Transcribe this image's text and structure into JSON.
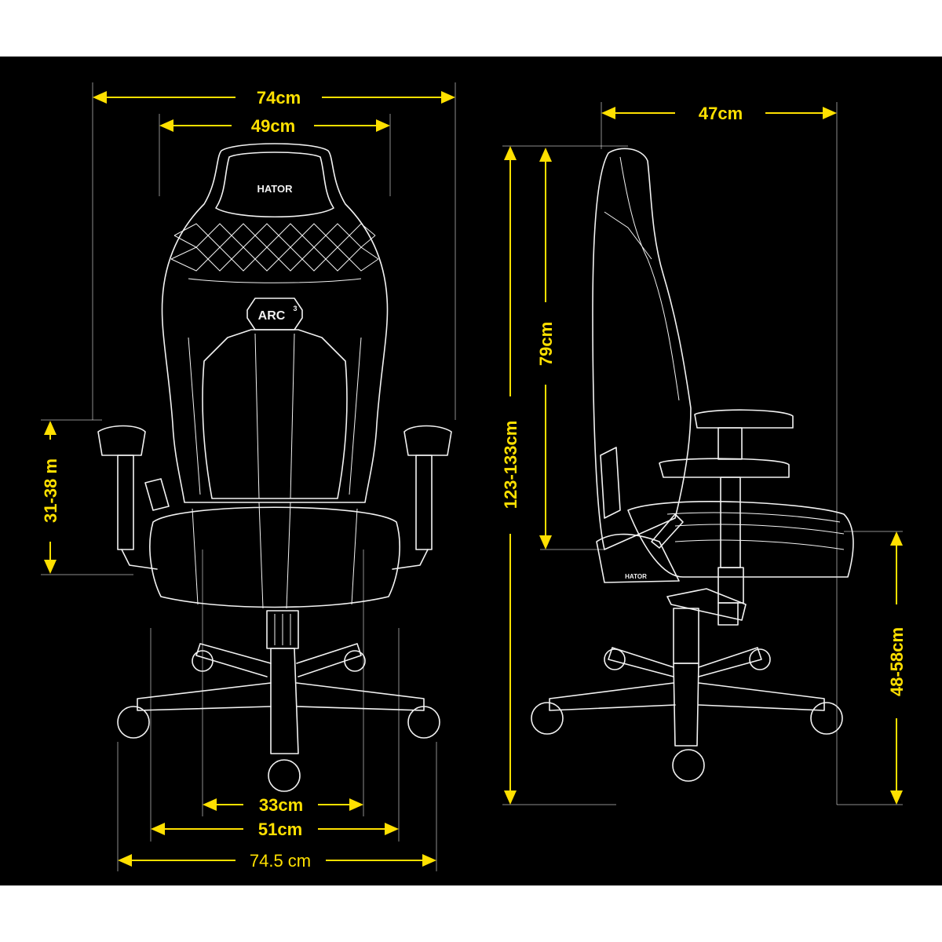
{
  "dimensions": {
    "front_total_width": "74cm",
    "backrest_width": "49cm",
    "armrest_height": "31-38 m",
    "seat_depth_front": "33cm",
    "seat_width": "51cm",
    "base_width": "74.5 cm",
    "side_depth": "47cm",
    "backrest_height": "79cm",
    "total_height": "123-133cm",
    "seat_height": "48-58cm"
  },
  "brand": {
    "front_logo": "HATOR",
    "backrest_badge": "ARC",
    "backrest_badge_superscript": "3",
    "side_logo": "HATOR"
  },
  "colors": {
    "background": "#000000",
    "outer": "#ffffff",
    "dimension": "#FFE000",
    "outline": "#f2f2f2"
  }
}
